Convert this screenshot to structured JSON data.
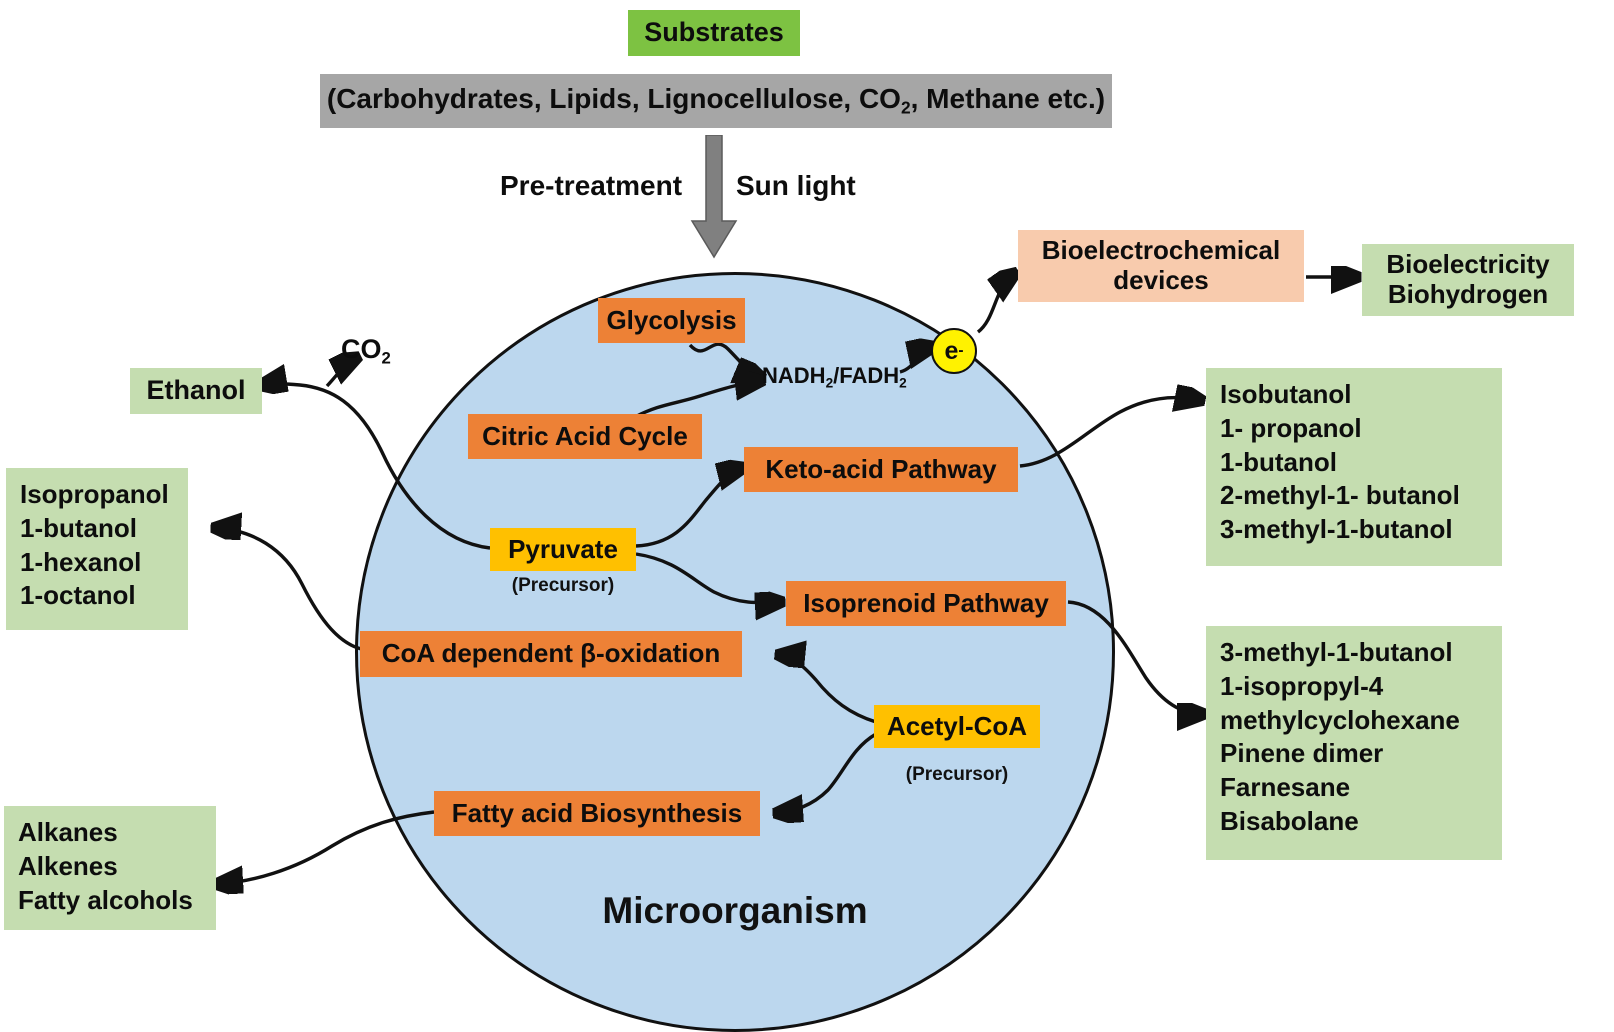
{
  "title": "Microbial biofuel production pathways",
  "top": {
    "substrates_label": "Substrates",
    "substrates_list": "(Carbohydrates, Lipids, Lignocellulose, CO2, Methane etc.)",
    "substrates_list_pre": "(Carbohydrates, Lipids, Lignocellulose, CO",
    "substrates_list_sub": "2",
    "substrates_list_post": ", Methane etc.)",
    "pretreatment_label": "Pre-treatment",
    "sunlight_label": "Sun light"
  },
  "cell": {
    "label": "Microorganism",
    "fill_color": "#BCD7EE",
    "stroke_color": "#111111"
  },
  "pathways": [
    {
      "id": "glycolysis",
      "label": "Glycolysis"
    },
    {
      "id": "citric-acid-cycle",
      "label": "Citric Acid Cycle"
    },
    {
      "id": "keto-acid",
      "label": "Keto-acid Pathway"
    },
    {
      "id": "isoprenoid",
      "label": "Isoprenoid Pathway"
    },
    {
      "id": "coa-beta-oxidation",
      "label": "CoA dependent β-oxidation"
    },
    {
      "id": "fatty-acid",
      "label": "Fatty acid Biosynthesis"
    }
  ],
  "precursors": [
    {
      "id": "pyruvate",
      "label": "Pyruvate",
      "caption": "(Precursor)"
    },
    {
      "id": "acetyl-coa",
      "label": "Acetyl-CoA",
      "caption": "(Precursor)"
    }
  ],
  "cofactors": {
    "nadh_fadh_pre": "NADH",
    "nadh_fadh_sub1": "2",
    "nadh_fadh_mid": "/FADH",
    "nadh_fadh_sub2": "2",
    "nadh_fadh_full": "NADH2/FADH2",
    "electron_label": "e",
    "electron_charge": "-",
    "co2_pre": "CO",
    "co2_sub": "2",
    "co2_full": "CO2"
  },
  "outputs": {
    "bioelectrochemical_devices": "Bioelectrochemical devices",
    "bioelectricity_line1": "Bioelectricity",
    "bioelectricity_line2": "Biohydrogen",
    "ethanol": "Ethanol",
    "keto_products": [
      "Isobutanol",
      "1- propanol",
      "1-butanol",
      "2-methyl-1- butanol",
      "3-methyl-1-butanol"
    ],
    "isoprenoid_products": [
      "3-methyl-1-butanol",
      "1-isopropyl-4",
      "methylcyclohexane",
      "Pinene dimer",
      "Farnesane",
      "Bisabolane"
    ],
    "coa_products": [
      "Isopropanol",
      "1-butanol",
      "1-hexanol",
      "1-octanol"
    ],
    "fatty_acid_products": [
      "Alkanes",
      "Alkenes",
      "Fatty alcohols"
    ]
  },
  "colors": {
    "substrate_green": "#7DC242",
    "gray_bar": "#A6A6A6",
    "product_green": "#C5DDB0",
    "device_peach": "#F8CBAD",
    "pathway_orange": "#ED8136",
    "precursor_yellow": "#FFC000",
    "electron_yellow": "#FFF200",
    "cell_blue": "#BCD7EE"
  }
}
